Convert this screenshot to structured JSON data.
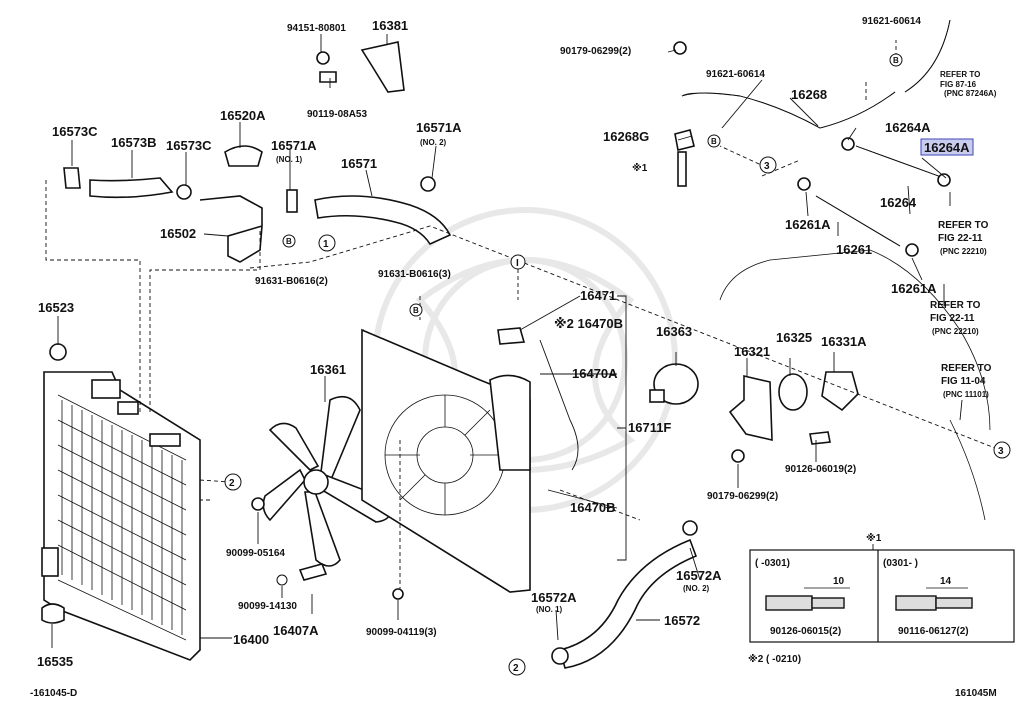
{
  "labels": {
    "p94151": "94151-80801",
    "p16381": "16381",
    "p90119": "90119-08A53",
    "p16520A": "16520A",
    "p16573C_a": "16573C",
    "p16573B": "16573B",
    "p16573C_b": "16573C",
    "p16571A_1": "16571A",
    "p16571A_1_no": "(NO. 1)",
    "p16571A_2": "16571A",
    "p16571A_2_no": "(NO. 2)",
    "p16571": "16571",
    "p16502": "16502",
    "p91631_2": "91631-B0616(2)",
    "p16523": "16523",
    "p91631_3": "91631-B0616(3)",
    "p16471": "16471",
    "p16470B_top": "※2 16470B",
    "p16470A": "16470A",
    "p16711F": "16711F",
    "p16470B_bot": "16470B",
    "p16361": "16361",
    "p90099_05164": "90099-05164",
    "p90099_14130": "90099-14130",
    "p16407A": "16407A",
    "p90099_04119": "90099-04119(3)",
    "p16400": "16400",
    "p16535": "16535",
    "p16572A_1": "16572A",
    "p16572A_1_no": "(NO. 1)",
    "p16572": "16572",
    "p16572A_2": "16572A",
    "p16572A_2_no": "(NO. 2)",
    "p16363": "16363",
    "p16321": "16321",
    "p16325": "16325",
    "p16331A": "16331A",
    "p90126_06019": "90126-06019(2)",
    "p90179_06299_b": "90179-06299(2)",
    "p90179_06299_a": "90179-06299(2)",
    "p91621_a": "91621-60614",
    "p91621_b": "91621-60614",
    "p16268": "16268",
    "p16268G": "16268G",
    "p16264A_a": "16264A",
    "p16264A_hl": "16264A",
    "p16264": "16264",
    "p16261A_a": "16261A",
    "p16261": "16261",
    "p16261A_b": "16261A",
    "ref_1": "REFER TO",
    "ref_1_fig": "FIG 87-16",
    "ref_1_pnc": "(PNC 87246A)",
    "ref_2": "REFER TO",
    "ref_2_fig": "FIG 22-11",
    "ref_2_pnc": "(PNC 22210)",
    "ref_3": "REFER TO",
    "ref_3_fig": "FIG 22-11",
    "ref_3_pnc": "(PNC 22210)",
    "ref_4": "REFER TO",
    "ref_4_fig": "FIG 11-04",
    "ref_4_pnc": "(PNC 11101)",
    "note_x1": "※1",
    "note_x1_box": "※1",
    "box_left_range": "(    -0301)",
    "box_right_range": "(0301-    )",
    "box_left_dim": "10",
    "box_right_dim": "14",
    "box_left_part": "90126-06015(2)",
    "box_right_part": "90116-06127(2)",
    "note_x2": "※2 (    -0210)",
    "footer_left": "-161045-D",
    "footer_right": "161045M",
    "callout_1": "1",
    "callout_2": "2",
    "callout_3": "3",
    "callout_I": "I",
    "callout_B": "B"
  },
  "colors": {
    "highlight_fill": "#c9ccee",
    "highlight_border": "#3f47b4",
    "line": "#111111"
  }
}
